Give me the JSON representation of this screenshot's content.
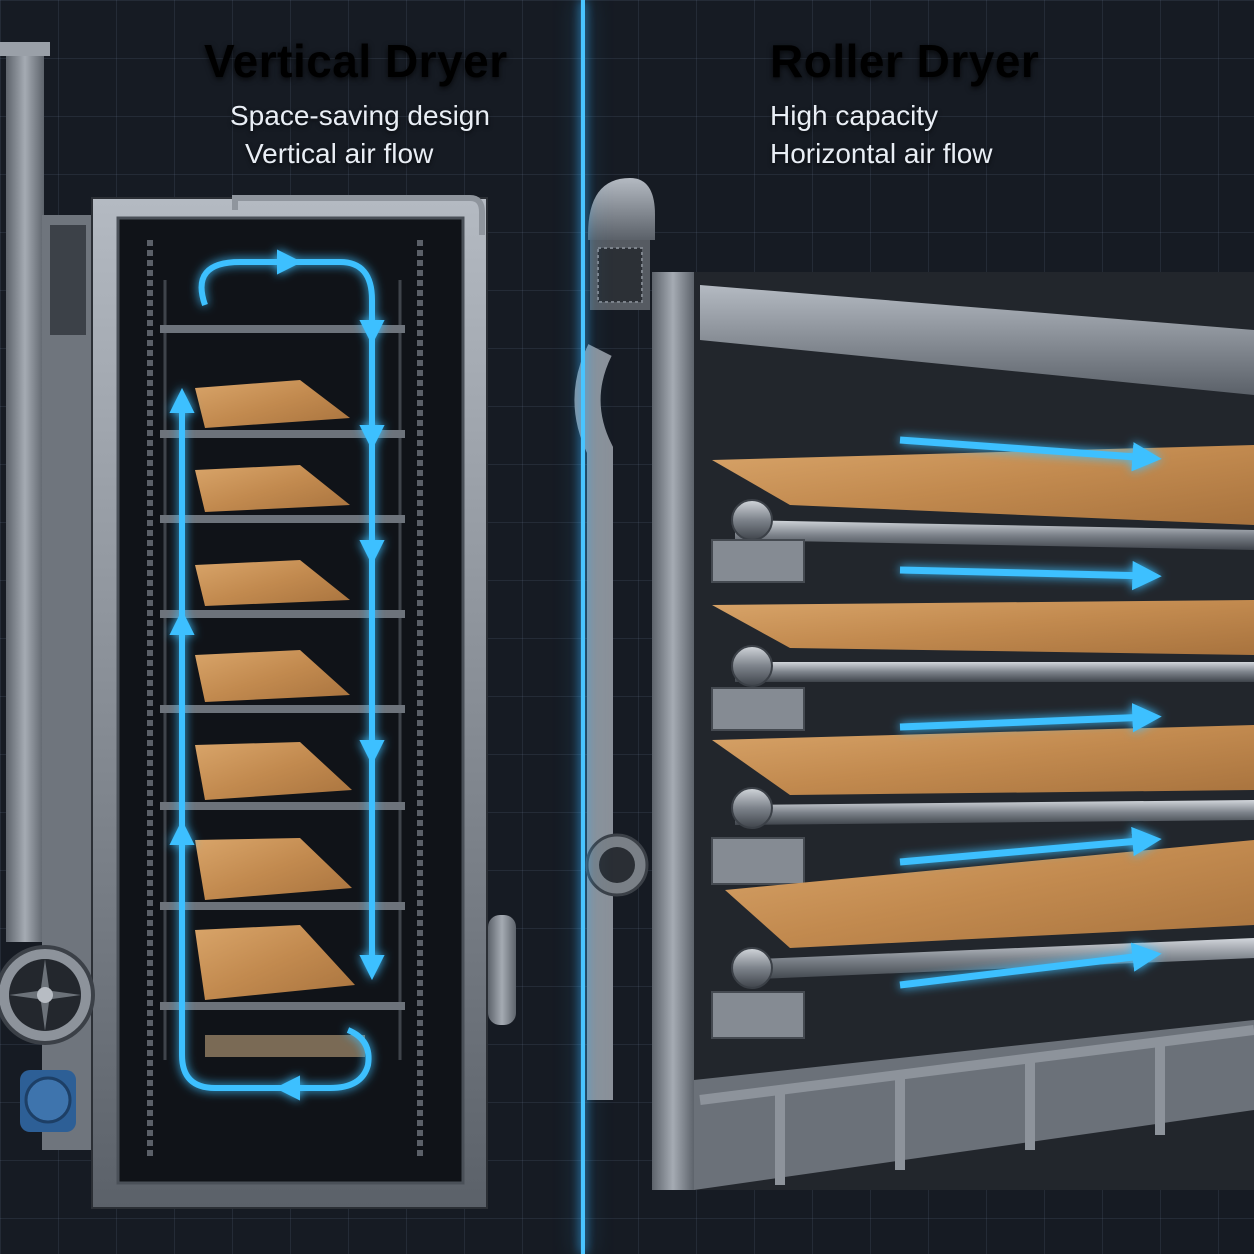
{
  "vertical": {
    "title": "Vertical Dryer",
    "features": [
      "Space-saving design",
      "Vertical air flow"
    ]
  },
  "roller": {
    "title": "Roller Dryer",
    "features": [
      "High capacity",
      "Horizontal air flow"
    ]
  },
  "colors": {
    "background": "#161b23",
    "divider": "#49c4ff",
    "airflow": "#2fb4ff",
    "steel": "#8a9098",
    "wood": "#c8935a"
  },
  "icons": [
    "fan-icon",
    "motor-icon",
    "airflow-arrow-icon"
  ]
}
